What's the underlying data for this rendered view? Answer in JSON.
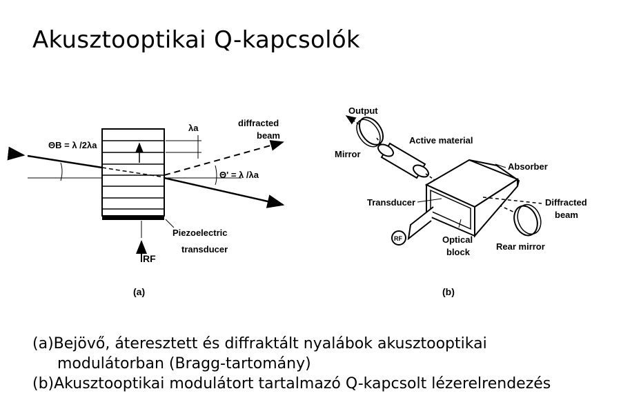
{
  "title": "Akusztooptikai  Q-kapcsolók",
  "figure_a": {
    "theta_b": "ΘB = λ /2λa",
    "lambda_a": "λa",
    "diffracted": "diffracted",
    "beam": "beam",
    "theta_prime": "Θ' = λ /λa",
    "piezo": "Piezoelectric",
    "transducer": "transducer",
    "rf": "RF",
    "label": "(a)"
  },
  "figure_b": {
    "output": "Output",
    "mirror": "Mirror",
    "active_material": "Active material",
    "absorber": "Absorber",
    "transducer": "Transducer",
    "diffracted": "Diffracted",
    "beam": "beam",
    "rf": "RF",
    "optical": "Optical",
    "block": "block",
    "rear_mirror": "Rear mirror",
    "label": "(b)"
  },
  "caption": {
    "line1": "(a)Bejövő, áteresztett és diffraktált nyalábok akusztooptikai",
    "line2": "modulátorban (Bragg-tartomány)",
    "line3": "(b)Akusztooptikai modulátort tartalmazó Q-kapcsolt lézerelrendezés"
  }
}
